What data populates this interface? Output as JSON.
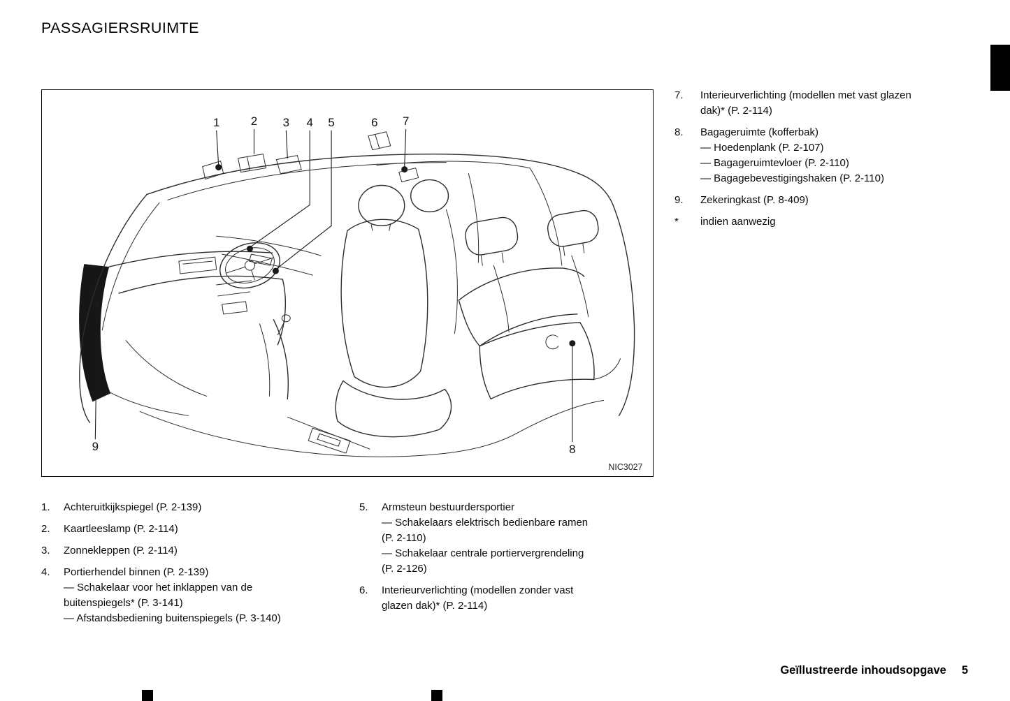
{
  "page": {
    "title": "PASSAGIERSRUIMTE",
    "footer_label": "Geïllustreerde inhoudsopgave",
    "footer_page": "5"
  },
  "figure": {
    "code": "NIC3027",
    "callouts": [
      "1",
      "2",
      "3",
      "4",
      "5",
      "6",
      "7",
      "8",
      "9"
    ]
  },
  "legend": {
    "left": [
      {
        "num": "1.",
        "lines": [
          "Achteruitkijkspiegel (P. 2-139)"
        ]
      },
      {
        "num": "2.",
        "lines": [
          "Kaartleeslamp (P. 2-114)"
        ]
      },
      {
        "num": "3.",
        "lines": [
          "Zonnekleppen (P. 2-114)"
        ]
      },
      {
        "num": "4.",
        "lines": [
          "Portierhendel binnen (P. 2-139)",
          "— Schakelaar voor het inklappen van de",
          "buitenspiegels* (P. 3-141)",
          "— Afstandsbediening buitenspiegels (P. 3-140)"
        ]
      }
    ],
    "middle": [
      {
        "num": "5.",
        "lines": [
          "Armsteun bestuurdersportier",
          "— Schakelaars elektrisch bedienbare ramen",
          "(P. 2-110)",
          "— Schakelaar centrale portiervergrendeling",
          "(P. 2-126)"
        ]
      },
      {
        "num": "6.",
        "lines": [
          "Interieurverlichting (modellen zonder vast",
          "glazen dak)* (P. 2-114)"
        ]
      }
    ],
    "right": [
      {
        "num": "7.",
        "lines": [
          "Interieurverlichting (modellen met vast glazen",
          "dak)* (P. 2-114)"
        ]
      },
      {
        "num": "8.",
        "lines": [
          "Bagageruimte (kofferbak)",
          "— Hoedenplank (P. 2-107)",
          "— Bagageruimtevloer (P. 2-110)",
          "— Bagagebevestigingshaken (P. 2-110)"
        ]
      },
      {
        "num": "9.",
        "lines": [
          "Zekeringkast (P. 8-409)"
        ]
      },
      {
        "num": "*",
        "lines": [
          "indien aanwezig"
        ]
      }
    ]
  }
}
